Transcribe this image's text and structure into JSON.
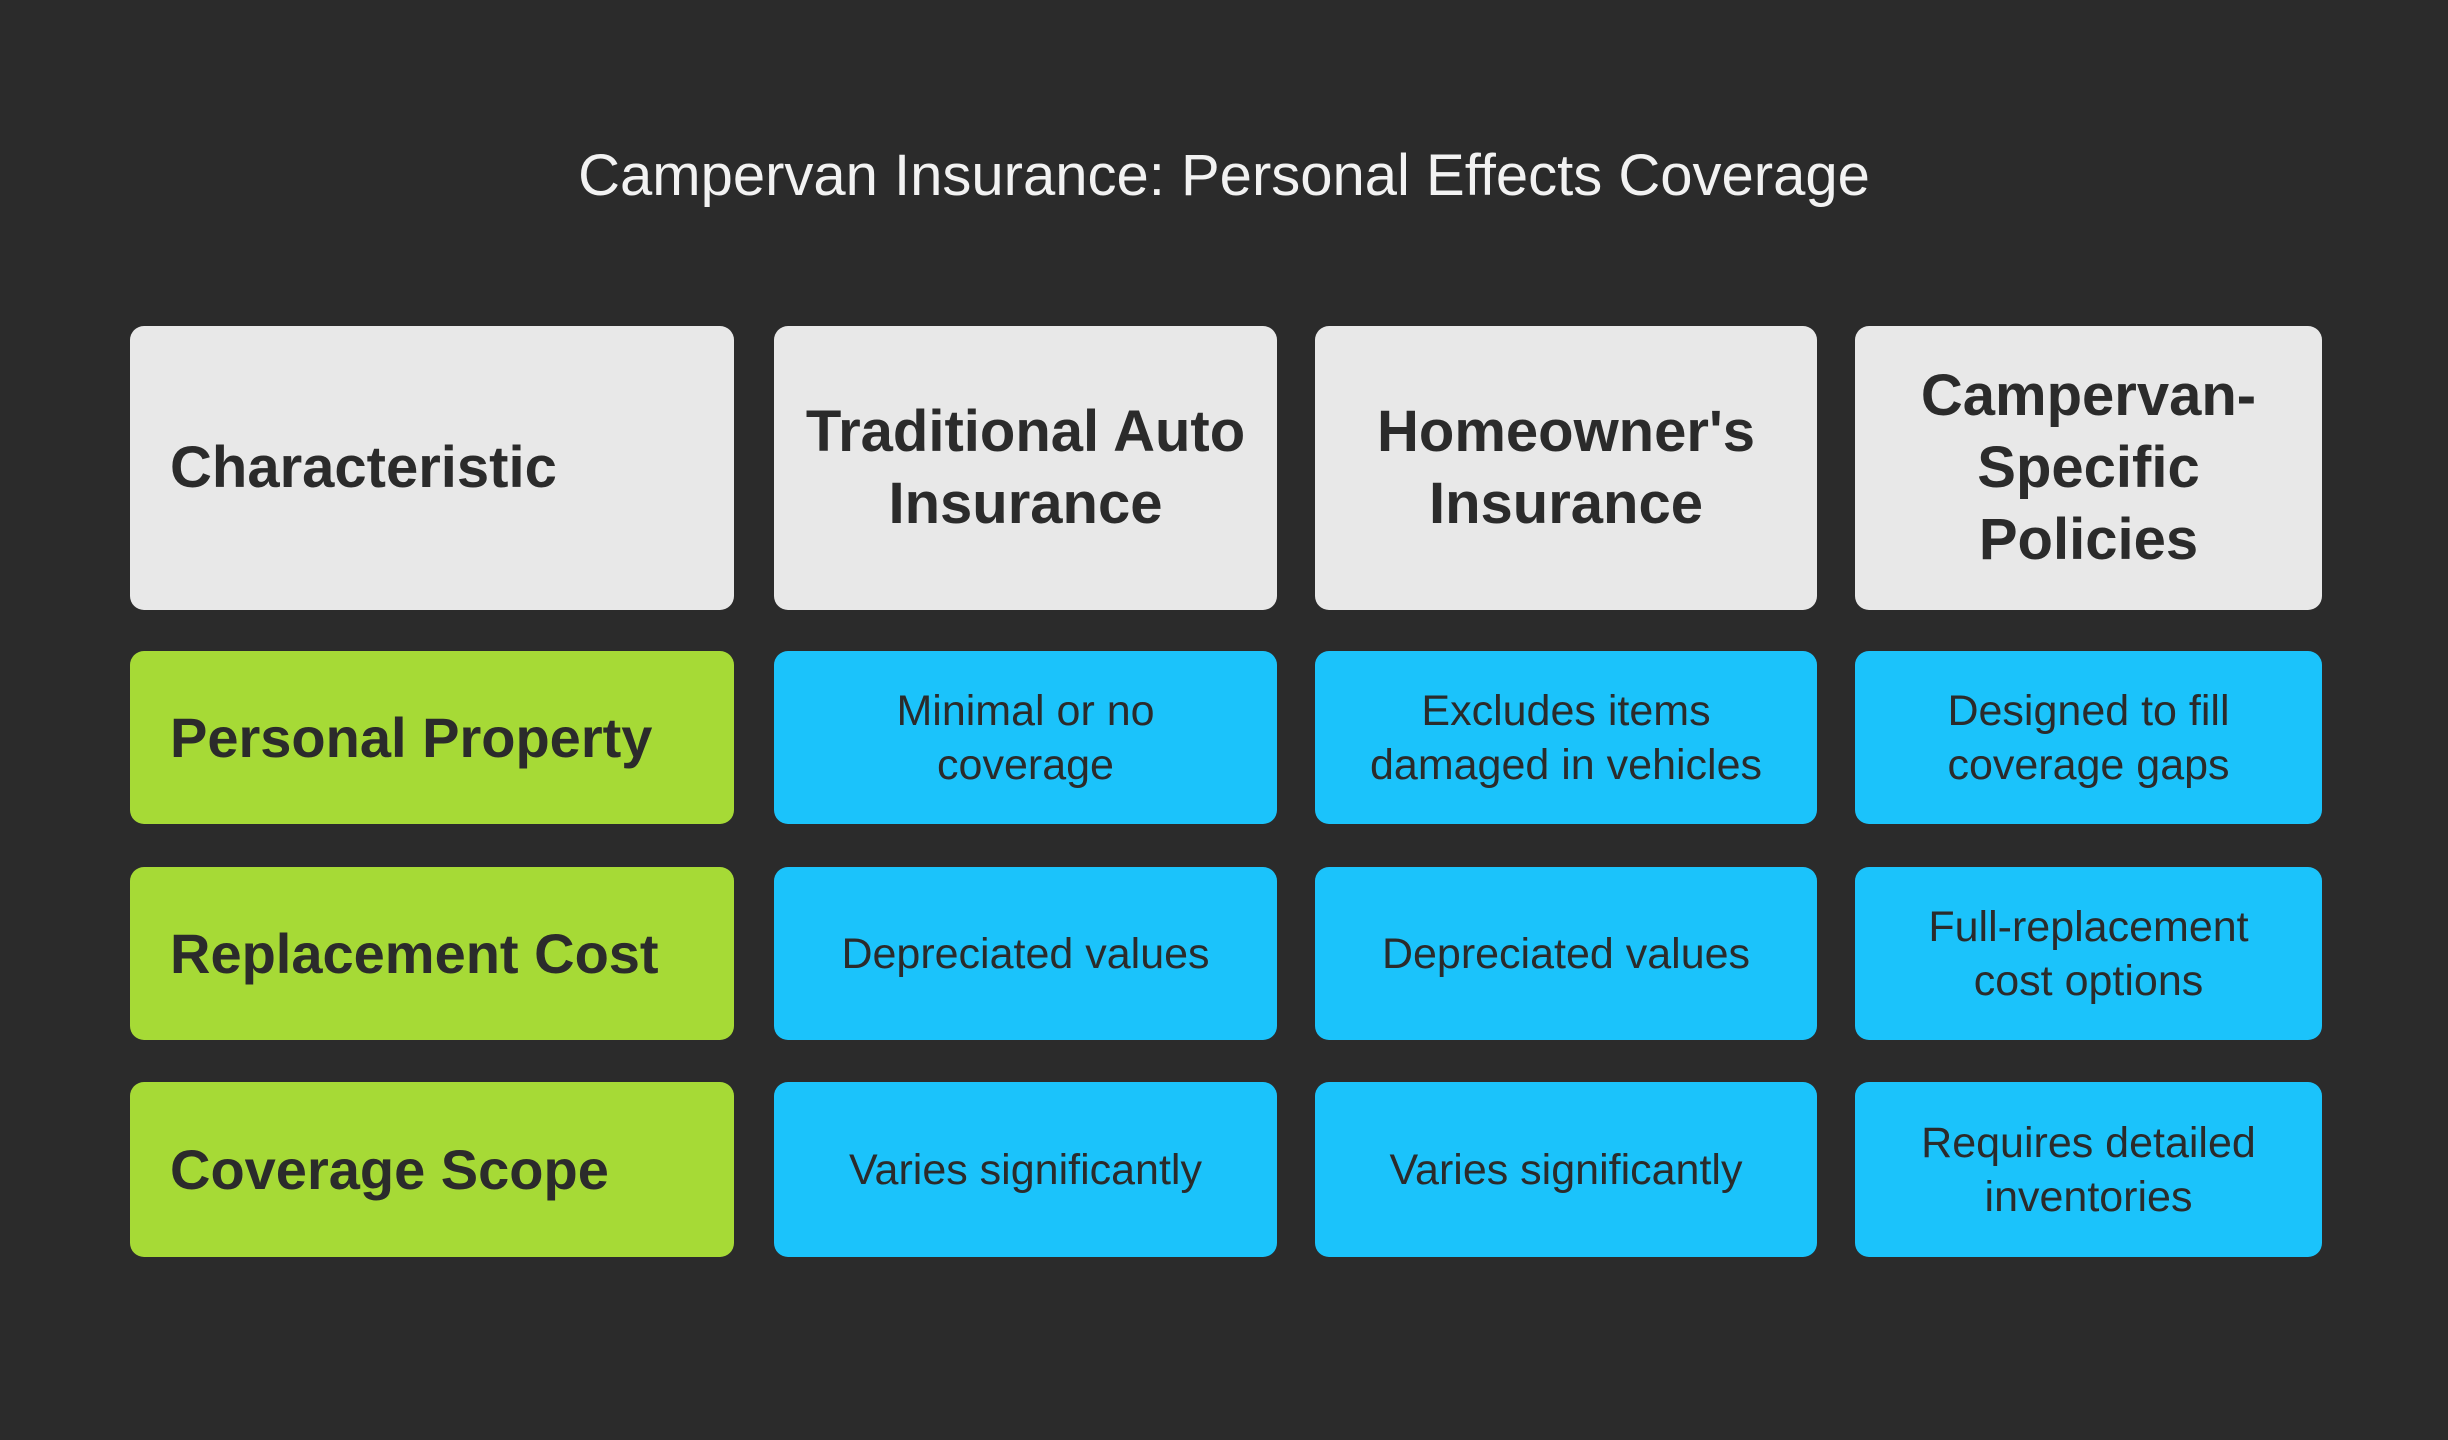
{
  "title": "Campervan Insurance: Personal Effects Coverage",
  "colors": {
    "background": "#2b2b2b",
    "header": "#e8e8e8",
    "row_label": "#a6da36",
    "cell": "#1bc3fb"
  },
  "headers": [
    "Characteristic",
    "Traditional Auto Insurance",
    "Homeowner's Insurance",
    "Campervan-Specific Policies"
  ],
  "rows": [
    {
      "label": "Personal Property",
      "cells": [
        "Minimal or no coverage",
        "Excludes items damaged in vehicles",
        "Designed to fill coverage gaps"
      ]
    },
    {
      "label": "Replacement Cost",
      "cells": [
        "Depreciated values",
        "Depreciated values",
        "Full-replacement cost options"
      ]
    },
    {
      "label": "Coverage Scope",
      "cells": [
        "Varies significantly",
        "Varies significantly",
        "Requires detailed inventories"
      ]
    }
  ]
}
